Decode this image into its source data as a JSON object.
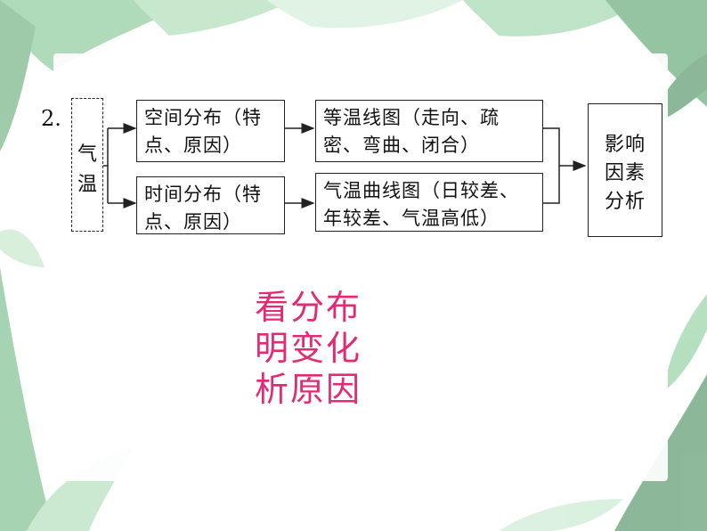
{
  "item_number": "2.",
  "left_label": [
    "气",
    "温"
  ],
  "nodes": {
    "spatial": [
      "空间分布（特",
      "点、原因）"
    ],
    "temporal": [
      "时间分布（特",
      "点、原因）"
    ],
    "isotherm": [
      "等温线图（走向、疏",
      "密、弯曲、闭合）"
    ],
    "temp_curve": [
      "气温曲线图（日较差、",
      "年较差、气温高低）"
    ],
    "result": [
      "影响",
      "因素",
      "分析"
    ]
  },
  "highlight_lines": [
    "看分布",
    "明变化",
    "析原因"
  ],
  "colors": {
    "highlight": "#e22b74",
    "line": "#222222",
    "leaf_dark": "#2f7d46",
    "leaf_light": "#7cc68c"
  }
}
